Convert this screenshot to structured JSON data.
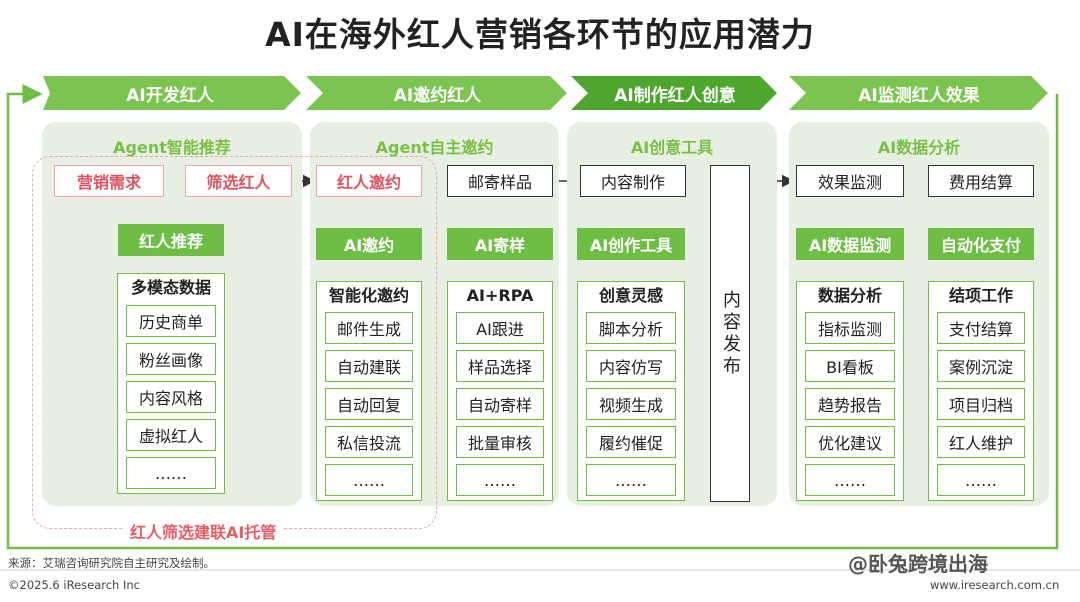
{
  "title": "AI在海外红人营销各环节的应用潜力",
  "stages": [
    "AI开发红人",
    "AI邀约红人",
    "AI制作红人创意",
    "AI监测红人效果"
  ],
  "panels": [
    "Agent智能推荐",
    "Agent自主邀约",
    "AI创意工具",
    "AI数据分析"
  ],
  "flow_nodes": [
    "营销需求",
    "筛选红人",
    "红人邀约",
    "邮寄样品",
    "内容制作",
    "效果监测",
    "费用结算"
  ],
  "green_labels": [
    "红人推荐",
    "AI邀约",
    "AI寄样",
    "AI创作工具",
    "AI数据监测",
    "自动化支付"
  ],
  "columns": [
    {
      "head": "多模态数据",
      "items": [
        "历史商单",
        "粉丝画像",
        "内容风格",
        "虚拟红人",
        "……"
      ]
    },
    {
      "head": "智能化邀约",
      "items": [
        "邮件生成",
        "自动建联",
        "自动回复",
        "私信投流",
        "……"
      ]
    },
    {
      "head": "AI+RPA",
      "items": [
        "AI跟进",
        "样品选择",
        "自动寄样",
        "批量审核",
        "……"
      ]
    },
    {
      "head": "创意灵感",
      "items": [
        "脚本分析",
        "内容仿写",
        "视频生成",
        "履约催促",
        "……"
      ]
    },
    {
      "head": "数据分析",
      "items": [
        "指标监测",
        "BI看板",
        "趋势报告",
        "优化建议",
        "……"
      ]
    },
    {
      "head": "结项工作",
      "items": [
        "支付结算",
        "案例沉淀",
        "项目归档",
        "红人维护",
        "……"
      ]
    }
  ],
  "vertical_box": "内容发布",
  "dashed_label": "红人筛选建联AI托管",
  "source": "来源：艾瑞咨询研究院自主研究及绘制。",
  "copyright": "©2025.6 iResearch Inc",
  "site": "www.iresearch.com.cn",
  "watermark": "@卧兔跨境出海",
  "colors": {
    "green": "#6ebd45",
    "dark_green": "#4ea62f",
    "pink": "#e85c66",
    "panel": "#e7efe2"
  }
}
